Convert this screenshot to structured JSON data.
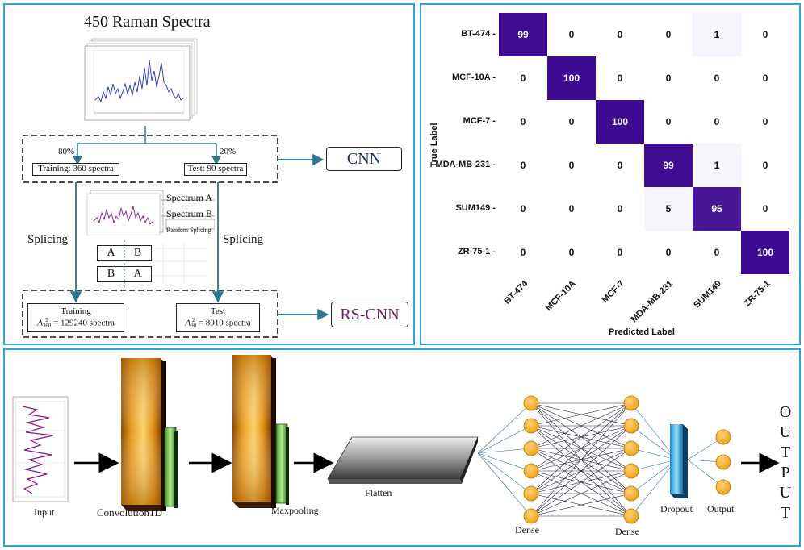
{
  "top_left": {
    "title": "450 Raman Spectra",
    "split_left_pct": "80%",
    "split_right_pct": "20%",
    "train_box": "Training: 360 spectra",
    "test_box": "Test: 90 spectra",
    "cnn": "CNN",
    "spectrum_a": "Spectrum A",
    "spectrum_b": "Spectrum B",
    "random_splicing": "Random Splicing",
    "splicing_left": "Splicing",
    "splicing_right": "Splicing",
    "cell_a1": "A",
    "cell_b1": "B",
    "cell_b2": "B",
    "cell_a2": "A",
    "rs_train_title": "Training",
    "rs_train_formula": "A",
    "rs_train_sup": "2",
    "rs_train_sub": "360",
    "rs_train_count": "= 129240 spectra",
    "rs_test_title": "Test",
    "rs_test_formula": "A",
    "rs_test_sup": "2",
    "rs_test_sub": "90",
    "rs_test_count": "= 8010 spectra",
    "rs_cnn": "RS-CNN"
  },
  "confusion": {
    "ylabel": "True Label",
    "xlabel": "Predicted Label",
    "classes": [
      "BT-474",
      "MCF-10A",
      "MCF-7",
      "MDA-MB-231",
      "SUM149",
      "ZR-75-1"
    ],
    "matrix": [
      [
        99,
        0,
        0,
        0,
        1,
        0
      ],
      [
        0,
        100,
        0,
        0,
        0,
        0
      ],
      [
        0,
        0,
        100,
        0,
        0,
        0
      ],
      [
        0,
        0,
        0,
        99,
        1,
        0
      ],
      [
        0,
        0,
        0,
        5,
        95,
        0
      ],
      [
        0,
        0,
        0,
        0,
        0,
        100
      ]
    ],
    "high_color": "#3d0a91"
  },
  "architecture": {
    "input": "Input",
    "conv": "Convolution1D",
    "maxpool": "Maxpooling",
    "flatten": "Flatten",
    "dense1": "Dense",
    "dense2": "Dense",
    "dropout": "Dropout",
    "output": "Output",
    "output_word": [
      "O",
      "U",
      "T",
      "P",
      "U",
      "T"
    ]
  },
  "colors": {
    "panel_border": "#2aa6d8",
    "neuron": "#f5a623",
    "arrow": "#2e7590",
    "rs_text": "#6b1f6b"
  }
}
